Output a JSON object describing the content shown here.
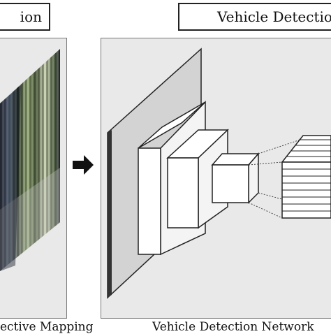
{
  "left_section": {
    "title_box": "ion",
    "caption": "ective Mapping"
  },
  "right_section": {
    "title_box": "Vehicle Detection",
    "caption": "Vehicle Detection Network"
  },
  "colors": {
    "panel_bg": "#e9e9e9",
    "panel_border": "#777777",
    "stroke": "#222222"
  },
  "icons": [
    "right-arrow-icon"
  ]
}
